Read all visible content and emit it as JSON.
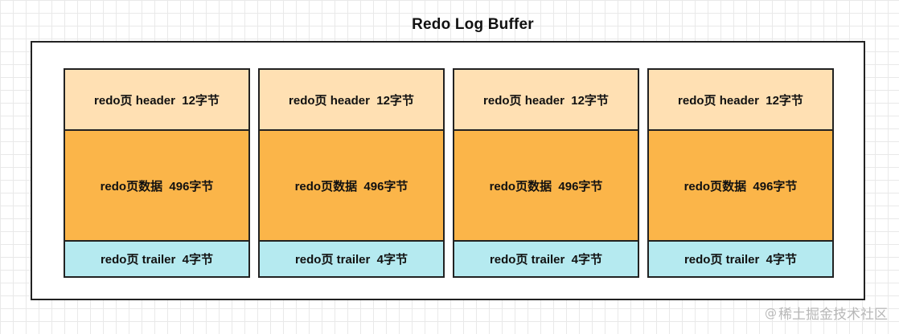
{
  "diagram": {
    "title": "Redo Log Buffer",
    "colors": {
      "header": "#FFE0B3",
      "data": "#FBB549",
      "trailer": "#B5EAF0"
    },
    "pages": [
      {
        "header": "redo页 header  12字节",
        "data": "redo页数据  496字节",
        "trailer": "redo页 trailer  4字节"
      },
      {
        "header": "redo页 header  12字节",
        "data": "redo页数据  496字节",
        "trailer": "redo页 trailer  4字节"
      },
      {
        "header": "redo页 header  12字节",
        "data": "redo页数据  496字节",
        "trailer": "redo页 trailer  4字节"
      },
      {
        "header": "redo页 header  12字节",
        "data": "redo页数据  496字节",
        "trailer": "redo页 trailer  4字节"
      }
    ]
  },
  "watermark": {
    "icon": "at-icon",
    "icon_glyph": "@",
    "text": "稀土掘金技术社区"
  }
}
